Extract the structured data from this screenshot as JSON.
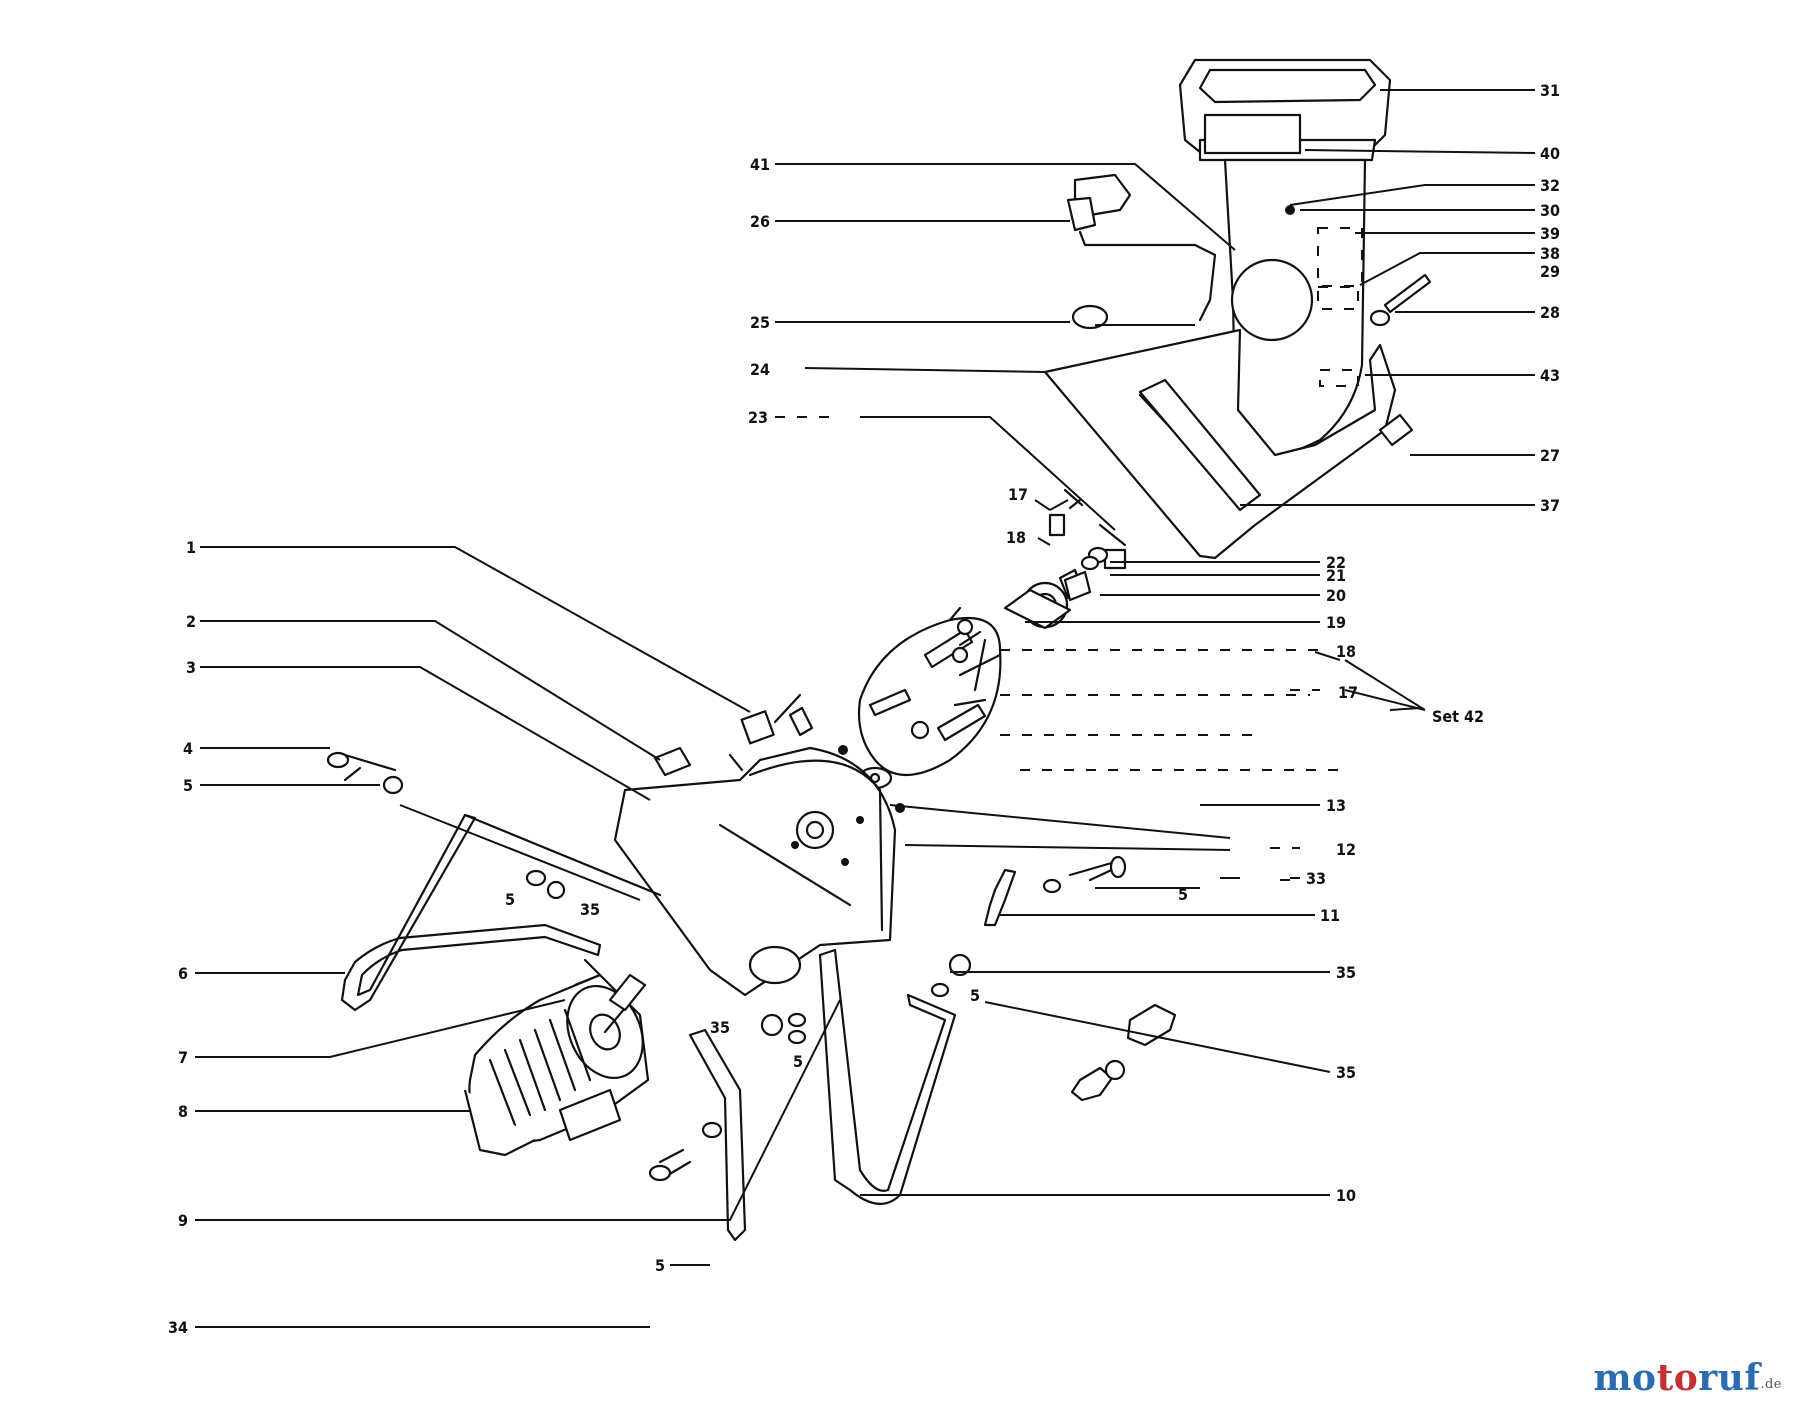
{
  "diagram": {
    "labels": {
      "l1": "1",
      "l2": "2",
      "l3": "3",
      "l4": "4",
      "l5a": "5",
      "l6": "6",
      "l7": "7",
      "l8": "8",
      "l9": "9",
      "l34": "34",
      "l5b": "5",
      "l5c": "5",
      "l35a": "35",
      "l35b": "35",
      "l5d": "5",
      "l10": "10",
      "l11": "11",
      "l5e": "5",
      "l5f": "5",
      "l35c": "35",
      "l35d": "35",
      "l12": "12",
      "l13": "13",
      "l33": "33",
      "l17a": "17",
      "l18a": "18",
      "l19": "19",
      "l20": "20",
      "l21": "21",
      "l22": "22",
      "l18b": "18",
      "l17b": "17",
      "lSet42": "Set 42",
      "l23": "23",
      "l24": "24",
      "l25": "25",
      "l26": "26",
      "l41": "41",
      "l31": "31",
      "l40": "40",
      "l32": "32",
      "l30": "30",
      "l39": "39",
      "l38": "38",
      "l29": "29",
      "l28": "28",
      "l43": "43",
      "l27": "27",
      "l37": "37"
    }
  },
  "watermark": {
    "mo": "mo",
    "to": "to",
    "ruf": "ruf",
    "de": ".de"
  }
}
